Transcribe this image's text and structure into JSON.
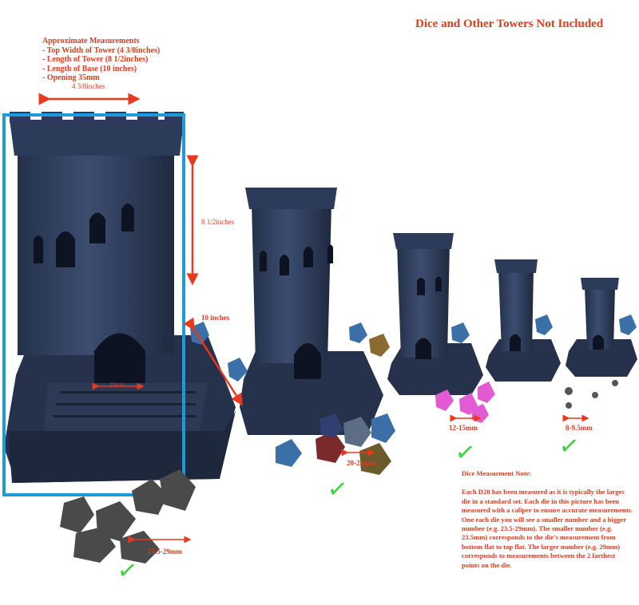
{
  "header": "Dice and Other Towers Not Included",
  "measurements": {
    "title": "Approximate Measurements",
    "items": [
      "- Top Width of Tower (4 3/8inches)",
      "- Length of Tower (8 1/2inches)",
      "- Length of Base (10 inches)",
      "- Opening 35mm"
    ]
  },
  "dimension_labels": {
    "top_width": "4 3/8inches",
    "height": "8 1/2inches",
    "base": "10 inches",
    "opening": "35mm"
  },
  "dice_labels": {
    "large": "23.5-29mm",
    "medium": "20-23mm",
    "small": "12-15mm",
    "tiny": "8-9.5mm"
  },
  "note": {
    "title": "Dice Measurment Note:",
    "body": "Each D20 has been measured as it is typically the larges die in a standard set. Each die in this picture has been measured with a caliper to ensure accurate measurements. One each die you will see a smaller number and a bigger number (e.g. 23.5-29mm). The smaller number (e.g. 23.5mm) corresponds to the die's measurement from bottom flat to top flat. The larger number (e.g. 29mm) corresponds to measurements between the 2 farthest points on the die."
  },
  "colors": {
    "annotation": "#e8391c",
    "highlight_box": "#1e9bd7",
    "check": "#3bd23b",
    "tower": "#2f3e5c"
  },
  "check_glyph": "✓"
}
